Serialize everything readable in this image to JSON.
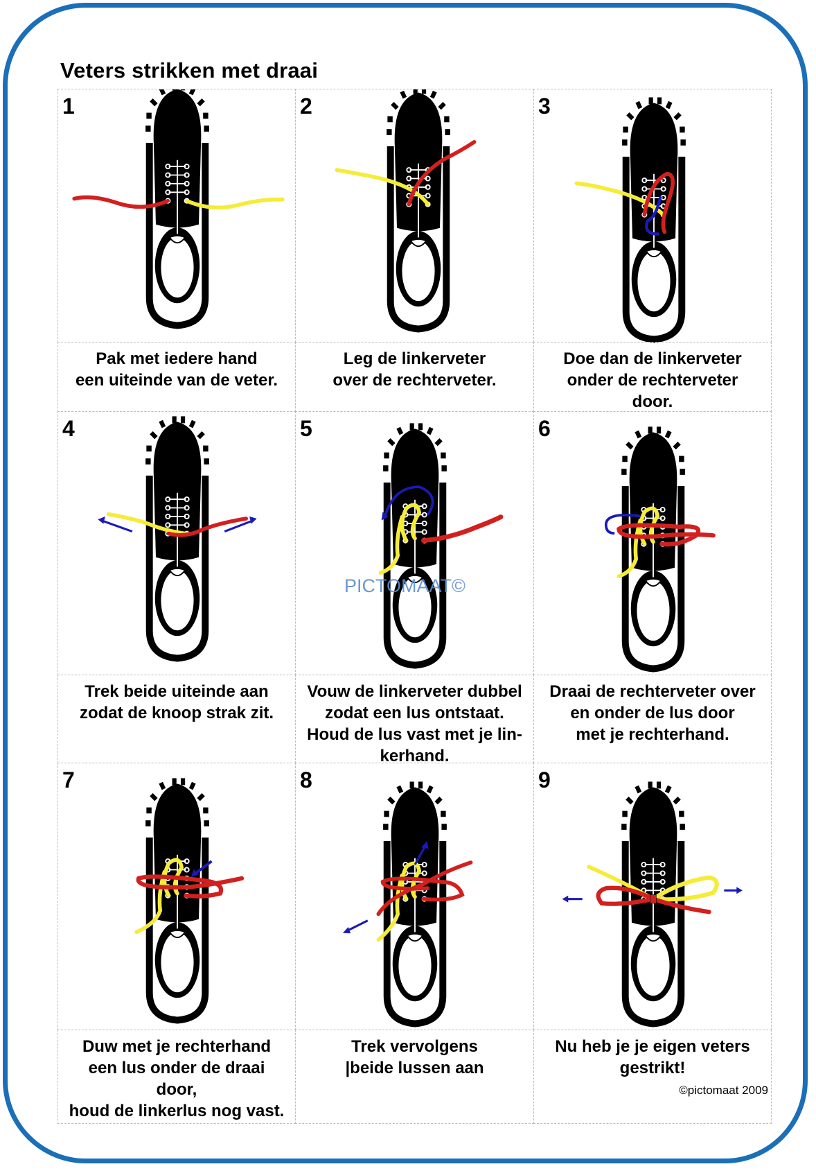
{
  "document": {
    "title": "Veters strikken met draai",
    "watermark": "PICTOMAAT©",
    "copyright": "©pictomaat 2009",
    "colors": {
      "frame_border": "#1a6fb8",
      "lace_left": "#f5ec3a",
      "lace_right": "#d2201f",
      "arrow": "#1a1ab8",
      "shoe": "#000000",
      "watermark": "#5b8fd0"
    }
  },
  "steps": [
    {
      "number": "1",
      "caption": "Pak met iedere hand\neen uiteinde van de veter."
    },
    {
      "number": "2",
      "caption": "Leg de linkerveter\nover de rechterveter."
    },
    {
      "number": "3",
      "caption": "Doe dan de linkerveter\nonder de  rechterveter\ndoor."
    },
    {
      "number": "4",
      "caption": "Trek beide uiteinde aan\nzodat de knoop strak zit."
    },
    {
      "number": "5",
      "caption": "Vouw de linkerveter dubbel\nzodat een lus ontstaat.\nHoud de lus vast  met je lin-\nkerhand."
    },
    {
      "number": "6",
      "caption": "Draai de rechterveter over\nen onder de lus door\nmet je rechterhand."
    },
    {
      "number": "7",
      "caption": "Duw met je rechterhand\neen lus onder de draai\ndoor,\nhoud  de linkerlus nog vast."
    },
    {
      "number": "8",
      "caption": "Trek vervolgens\n|beide lussen aan"
    },
    {
      "number": "9",
      "caption": "Nu heb je je eigen veters\ngestrikt!"
    }
  ]
}
